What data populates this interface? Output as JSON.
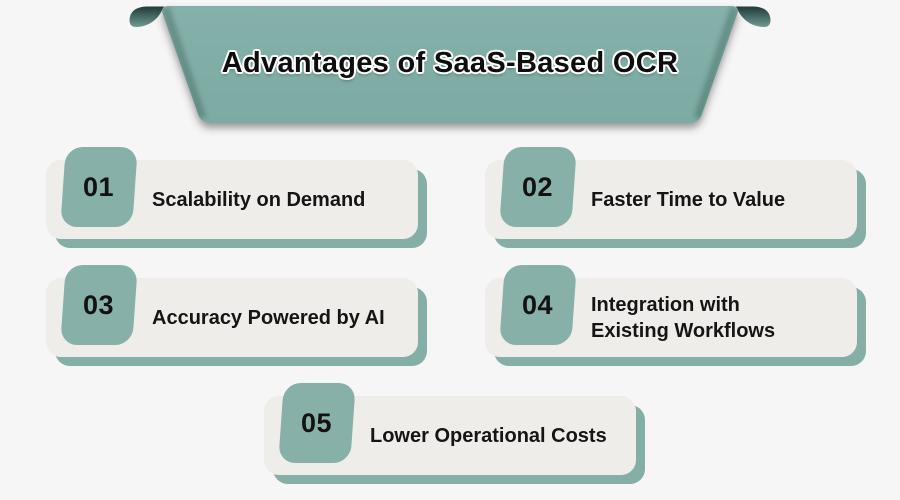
{
  "banner": {
    "title": "Advantages of SaaS-Based OCR"
  },
  "cards": [
    {
      "number": "01",
      "title": "Scalability on Demand"
    },
    {
      "number": "02",
      "title": "Faster Time to Value"
    },
    {
      "number": "03",
      "title": "Accuracy Powered by AI"
    },
    {
      "number": "04",
      "title": "Integration with\nExisting Workflows"
    },
    {
      "number": "05",
      "title": "Lower Operational Costs"
    }
  ],
  "colors": {
    "page_background": "#f7f6f7",
    "ribbon_teal": "#7fada5",
    "ribbon_curl_dark": "#203a38",
    "card_background": "#efedea",
    "card_shadow_teal": "#85aea6",
    "badge_teal": "#86b0a8",
    "text_dark": "#121212"
  }
}
